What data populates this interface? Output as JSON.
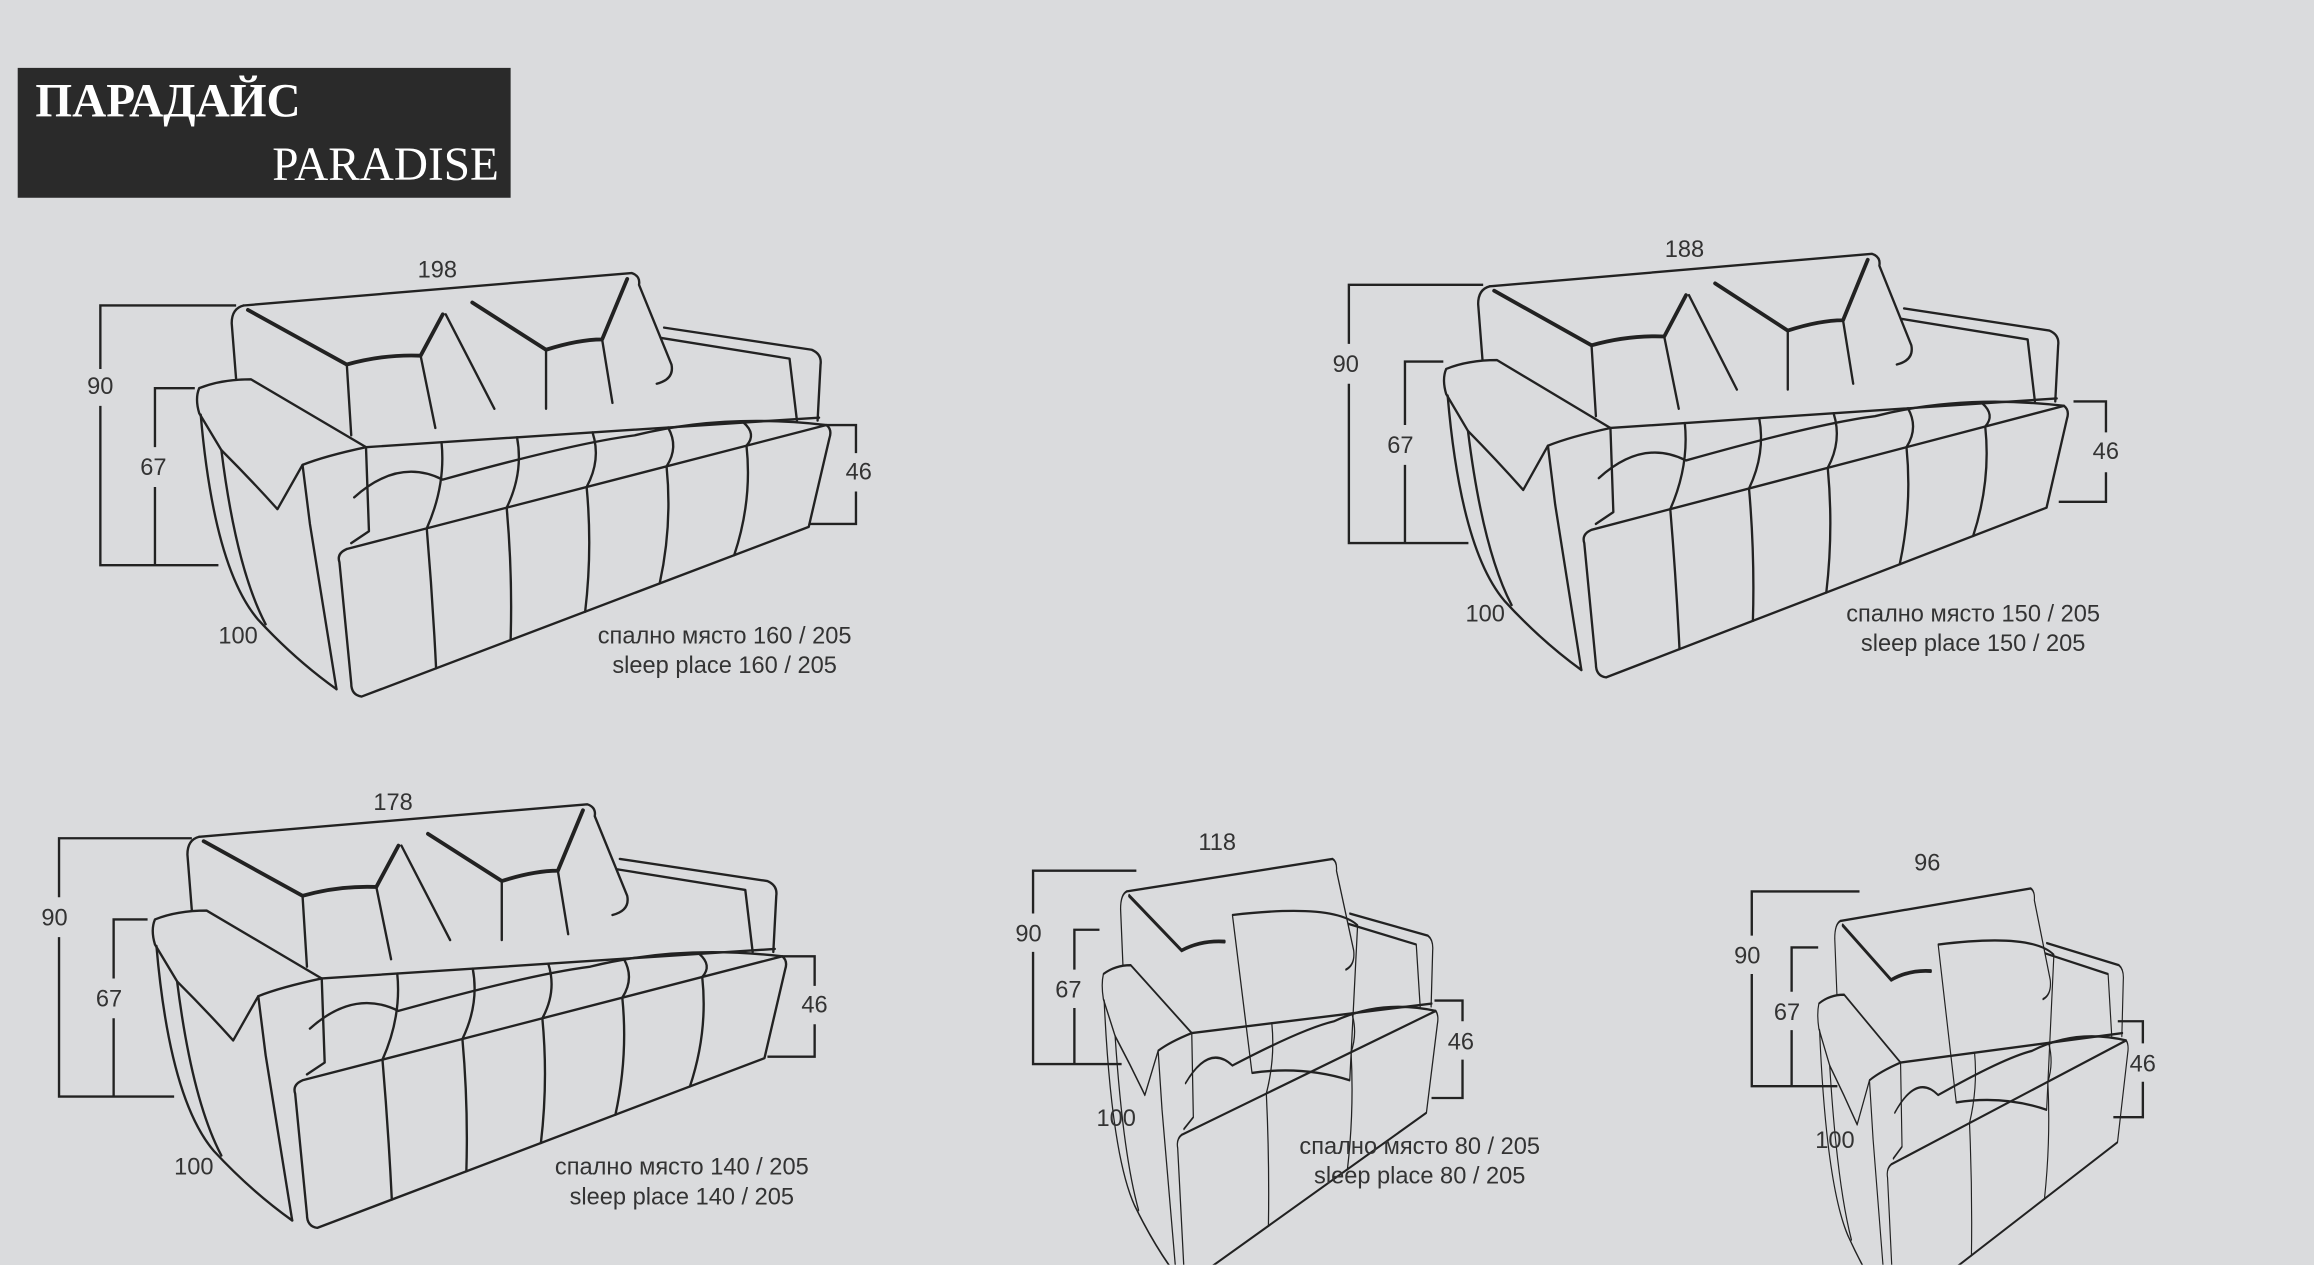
{
  "title": {
    "bg": "ПАРАДАЙС",
    "en": "PARADISE"
  },
  "models": [
    {
      "width": "198",
      "height": "90",
      "seat_height_arm": "67",
      "seat": "46",
      "depth": "100",
      "sleep_bg": "спално място 160 / 205",
      "sleep_en": "sleep place 160 / 205"
    },
    {
      "width": "188",
      "height": "90",
      "seat_height_arm": "67",
      "seat": "46",
      "depth": "100",
      "sleep_bg": "спално място 150 / 205",
      "sleep_en": "sleep place 150 / 205"
    },
    {
      "width": "178",
      "height": "90",
      "seat_height_arm": "67",
      "seat": "46",
      "depth": "100",
      "sleep_bg": "спално място 140 / 205",
      "sleep_en": "sleep place 140 / 205"
    },
    {
      "width": "118",
      "height": "90",
      "seat_height_arm": "67",
      "seat": "46",
      "depth": "100",
      "sleep_bg": "спално място 80 / 205",
      "sleep_en": "sleep place 80 / 205"
    },
    {
      "width": "96",
      "height": "90",
      "seat_height_arm": "67",
      "seat": "46",
      "depth": "100"
    }
  ],
  "colors": {
    "background": "#dadbdd",
    "title_box": "#2a2a2a",
    "line": "#222222"
  }
}
